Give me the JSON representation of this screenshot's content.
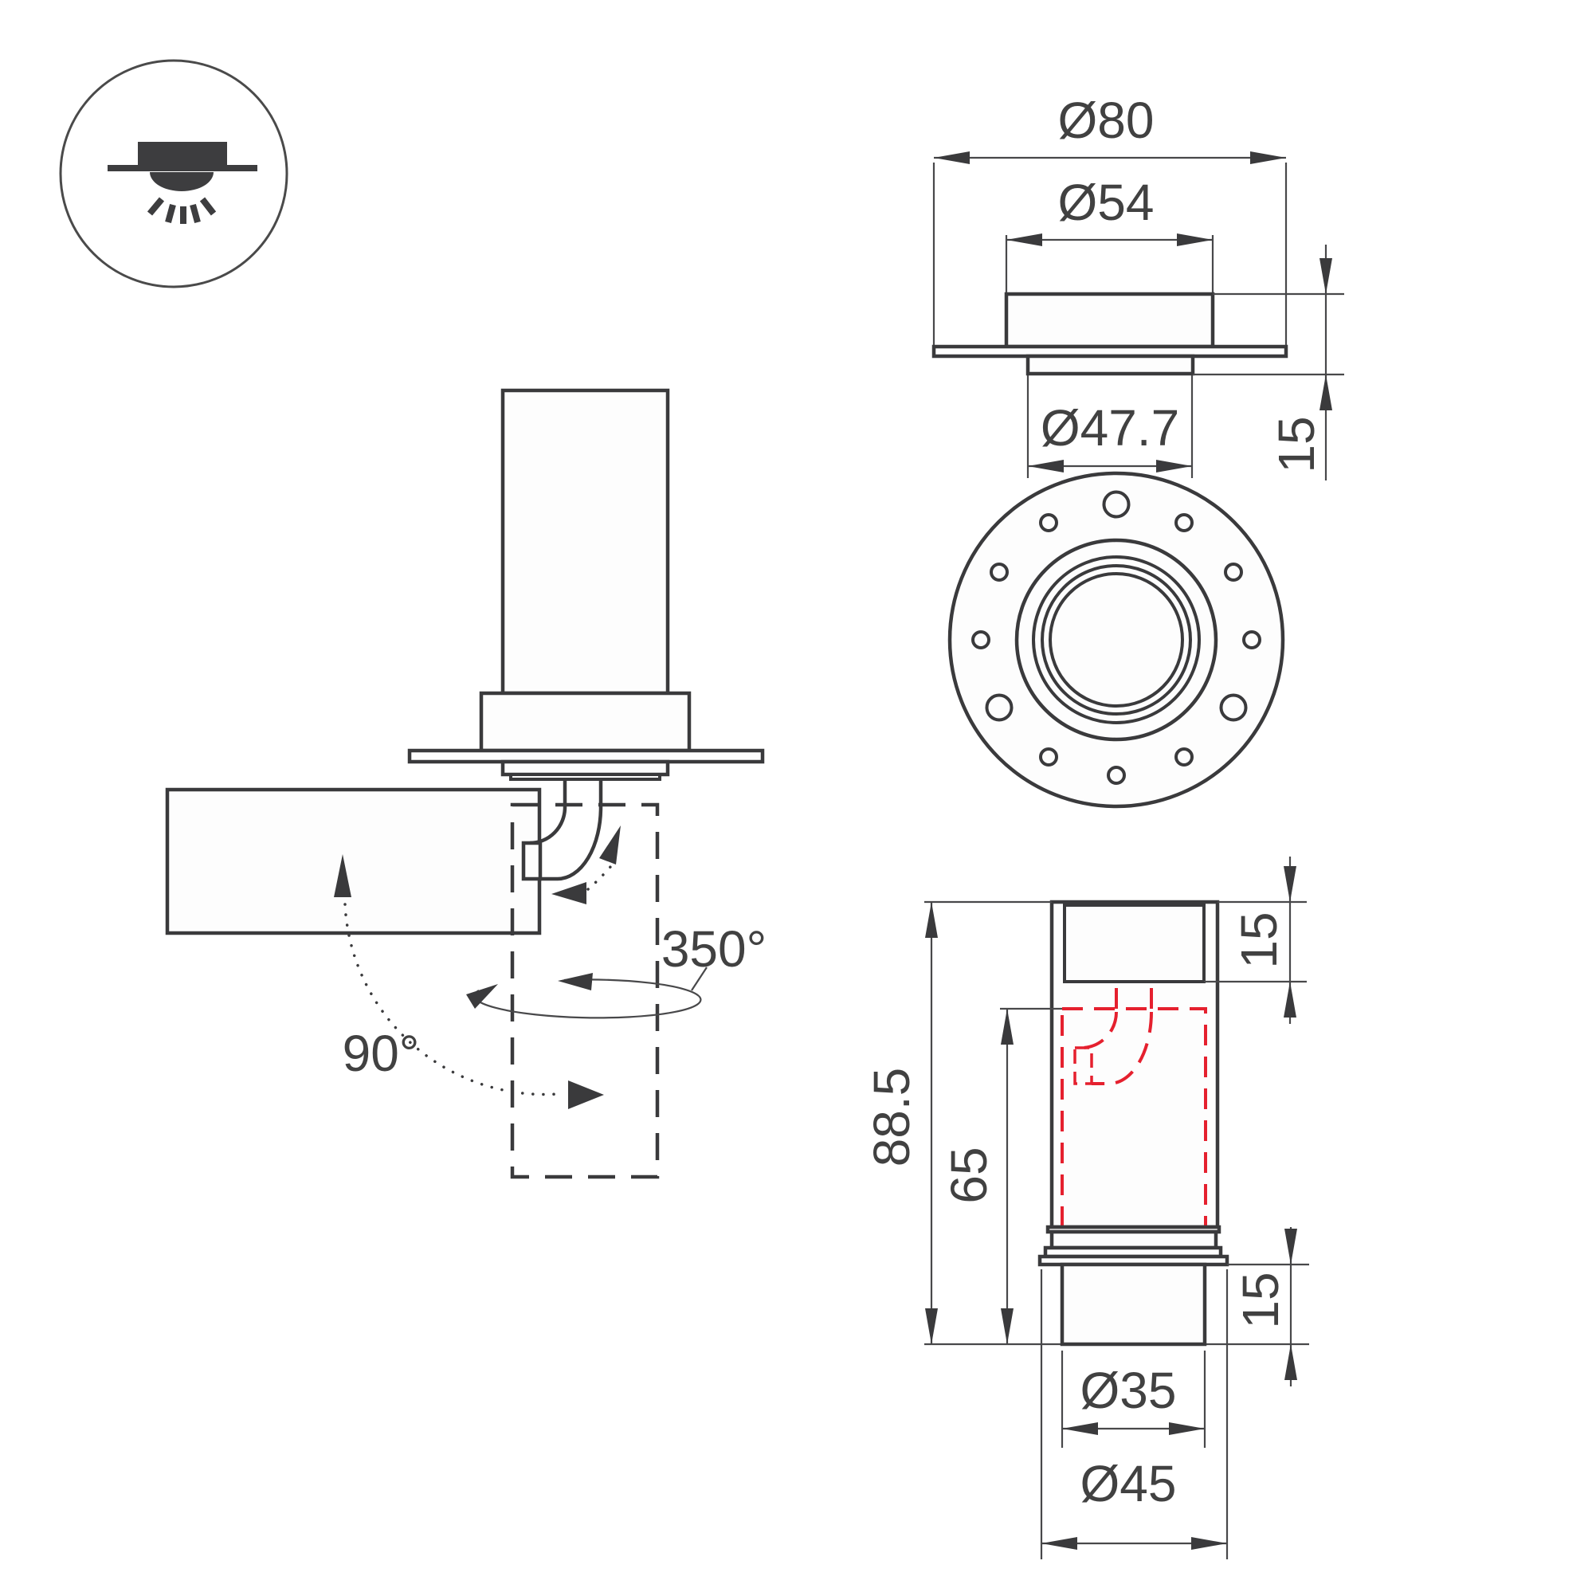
{
  "meta": {
    "type": "luminaire-technical-dimension-drawing",
    "background": "#ffffff",
    "line_color": "#3a3a3c",
    "dim_line_color": "#48484a",
    "accent_red": "#e5202e",
    "text_color": "#414141"
  },
  "icon": {
    "label": "recessed-ceiling-mount-luminaire"
  },
  "rotation_view": {
    "tilt_angle": "90°",
    "pan_angle": "350°"
  },
  "flange_side_view": {
    "dim_outer_diameter": "Ø80",
    "dim_body_diameter": "Ø54",
    "dim_neck_diameter": "Ø47.7",
    "dim_height": "15"
  },
  "body_side_view": {
    "dim_total_height": "88.5",
    "dim_inner_height": "65",
    "dim_head_height": "15",
    "dim_tip_height": "15",
    "dim_tube_diameter": "Ø35",
    "dim_base_diameter": "Ø45"
  }
}
